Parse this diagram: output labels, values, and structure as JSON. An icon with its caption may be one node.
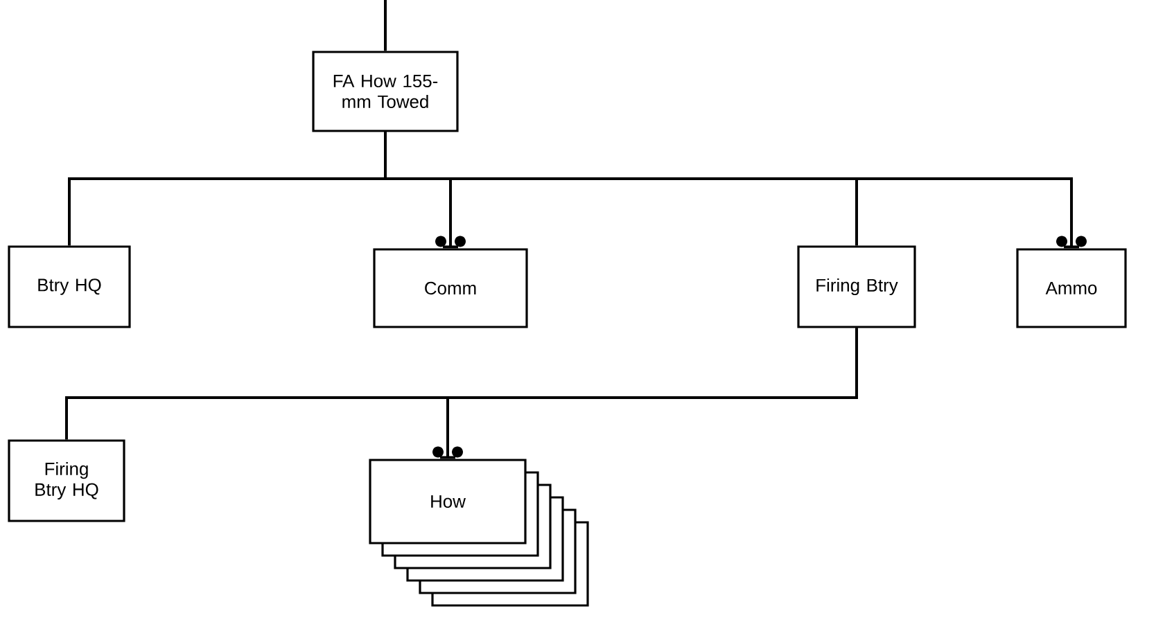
{
  "diagram": {
    "nodes": [
      {
        "text": [
          "FA How 155-mm Towed"
        ]
      },
      {
        "text": [
          "Btry HQ"
        ]
      },
      {
        "text": [
          "Comm"
        ]
      },
      {
        "text": [
          "Firing Btry"
        ]
      },
      {
        "text": [
          "Ammo"
        ]
      },
      {
        "text": [
          "Firing Btry HQ"
        ]
      },
      {
        "text": [
          "How"
        ]
      }
    ],
    "edges": [
      {
        "from": null,
        "to": 0,
        "arrow": "none"
      },
      {
        "from": 0,
        "to": 1,
        "arrow": "none"
      },
      {
        "from": 0,
        "to": 2,
        "arrow": "other"
      },
      {
        "from": 0,
        "to": 3,
        "arrow": "none"
      },
      {
        "from": 0,
        "to": 4,
        "arrow": "other"
      },
      {
        "from": 3,
        "to": 5,
        "arrow": "none"
      },
      {
        "from": 3,
        "to": 6,
        "arrow": "other"
      }
    ]
  }
}
